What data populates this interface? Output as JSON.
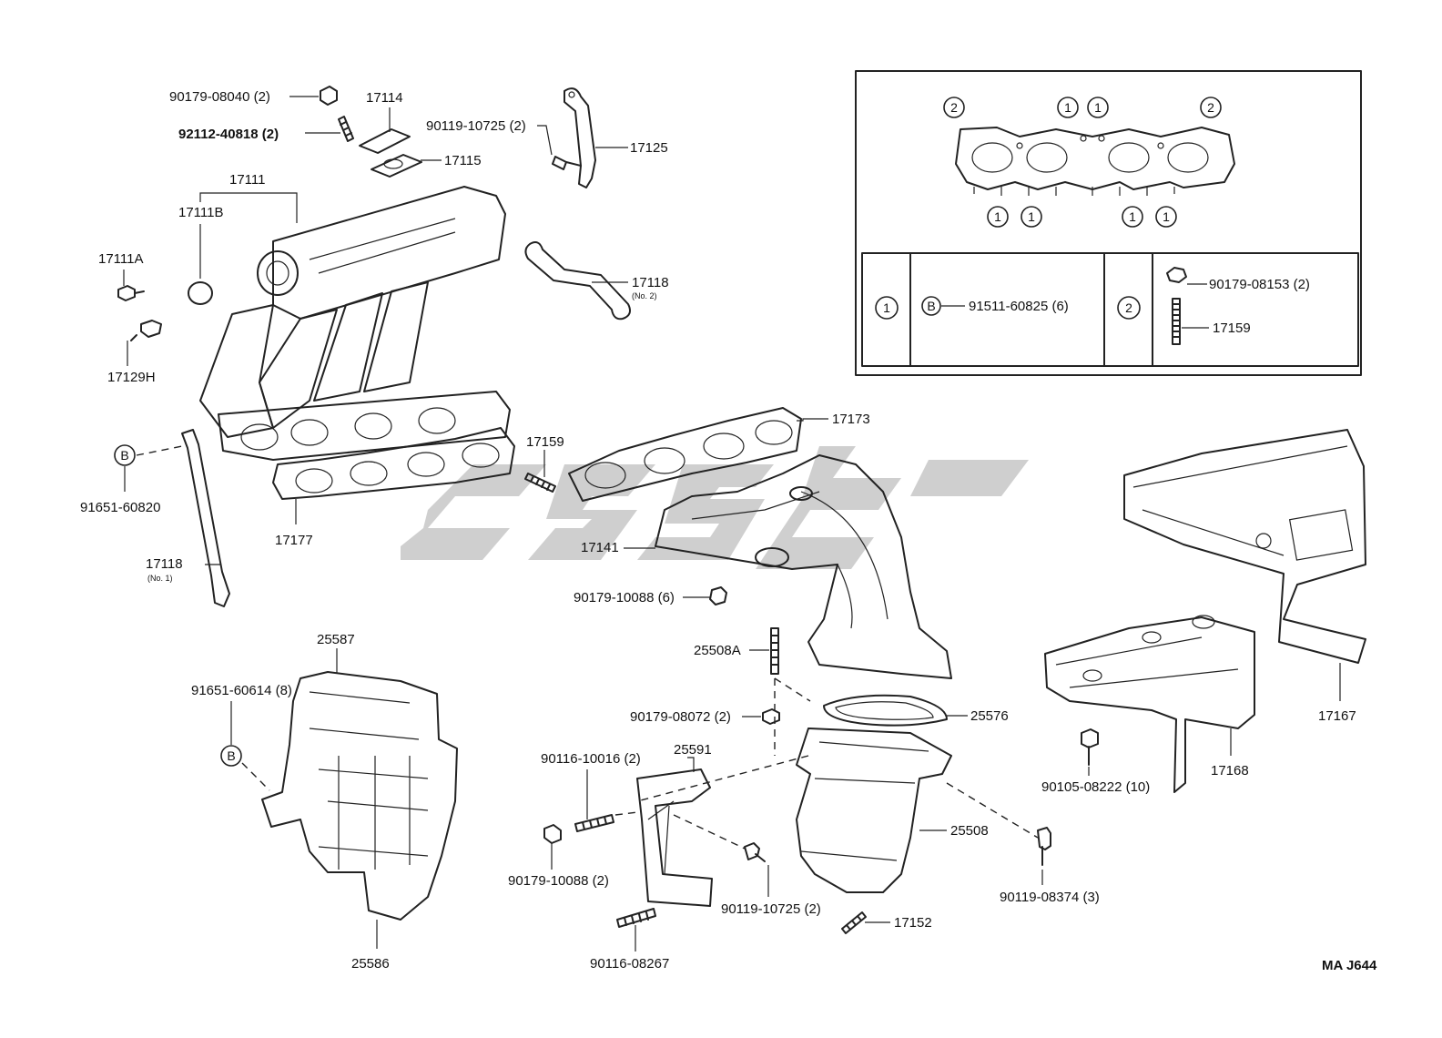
{
  "labels": {
    "p90179_08040": "90179-08040 (2)",
    "p17114": "17114",
    "p92112_40818": "92112-40818 (2)",
    "p17115": "17115",
    "p90119_10725_top": "90119-10725 (2)",
    "p17125": "17125",
    "p17111": "17111",
    "p17111B": "17111B",
    "p17111A": "17111A",
    "p17118_no2": "17118",
    "p17118_no2_sub": "(No. 2)",
    "p17129H": "17129H",
    "p91651_60820": "91651-60820",
    "p17118_no1": "17118",
    "p17118_no1_sub": "(No. 1)",
    "p17177": "17177",
    "p17159_main": "17159",
    "p17173": "17173",
    "p17141": "17141",
    "p90179_10088_6": "90179-10088 (6)",
    "p25587": "25587",
    "p91651_60614": "91651-60614 (8)",
    "p25586": "25586",
    "p25508A": "25508A",
    "p90179_08072": "90179-08072 (2)",
    "p25576": "25576",
    "p90116_10016": "90116-10016 (2)",
    "p25591": "25591",
    "p90179_10088_2": "90179-10088 (2)",
    "p25508": "25508",
    "p90119_10725_bot": "90119-10725 (2)",
    "p17152": "17152",
    "p90116_08267": "90116-08267",
    "p90119_08374": "90119-08374 (3)",
    "p90105_08222": "90105-08222 (10)",
    "p17168": "17168",
    "p17167": "17167"
  },
  "inset": {
    "sym1": "1",
    "sym2": "2",
    "symB": "B",
    "row1_part": "91511-60825 (6)",
    "row2_part_a": "90179-08153 (2)",
    "row2_part_b": "17159"
  },
  "callout_symbol": "B",
  "diagram_code": "MA  J644"
}
